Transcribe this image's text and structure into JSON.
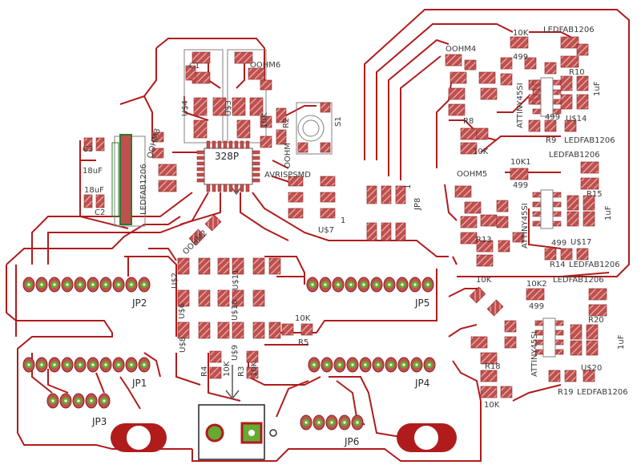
{
  "board": {
    "colors": {
      "background": "#ffffff",
      "trace": "#b01c1c",
      "pad": "#c0504d",
      "hatch": "#e8b4b4",
      "silk": "#808080",
      "dark_text": "#2a2a2a",
      "via_pad": "#66aa33",
      "crystal": "#2f7a2f"
    },
    "labels": {
      "c3": "C3",
      "c3_value": "18uF",
      "c2": "C2",
      "c2_value": "18uF",
      "oohm3": "OOHM3",
      "ledfab_crystal": "LEDFAB1206",
      "ic_mcu": "328P",
      "u4": "U$4",
      "u3": "U$3",
      "c1": "C1",
      "oohm6": "OOHM6",
      "r2": "R2",
      "r2_value": "10K",
      "s1": "S1",
      "avrisp": "AVRISPSMD",
      "u7": "U$7",
      "jp8": "JP8",
      "oohm2": "OOHM2",
      "u2": "U$2",
      "u11": "U$11",
      "u6": "U$6",
      "u10": "U$10",
      "u8": "U$8",
      "u9": "U$9",
      "r5": "R5",
      "r5_value": "10K",
      "r4": "R4",
      "r4_value": "10K",
      "r3": "R3",
      "r3_value": "10K",
      "jp2": "JP2",
      "jp5": "JP5",
      "jp1": "JP1",
      "jp4": "JP4",
      "jp3": "JP3",
      "jp6": "JP6",
      "oohm4": "OOHM4",
      "k10_1": "10K",
      "ledfab_1": "LEDFAB1206",
      "v499_1": "499",
      "r10": "R10",
      "attiny_1": "ATTINY45SI",
      "r8": "R8",
      "r8_value": "10K",
      "r9": "R9",
      "v499_2": "499",
      "u14": "U$14",
      "ledfab_2": "LEDFAB1206",
      "uf_1": "1uF",
      "oohm5": "OOHM5",
      "k10_2": "10K1",
      "ledfab_3": "LEDFAB1206",
      "v499_3": "499",
      "r15": "R15",
      "attiny_2": "ATTINY45SI",
      "r13": "R13",
      "r13_value": "10K",
      "r14": "R14",
      "v499_4": "499",
      "u17": "U$17",
      "ledfab_4": "LEDFAB1206",
      "uf_2": "1uF",
      "k10_3": "10K2",
      "ledfab_5": "LEDFAB1206",
      "v499_5": "499",
      "r20": "R20",
      "attiny_3": "ATTINY45SI",
      "r18": "R18",
      "r18_value": "10K",
      "r19": "R19",
      "u20": "U$20",
      "ledfab_6": "LEDFAB1206",
      "uf_3": "1uF",
      "oohm_small": "OOHM",
      "pin_1": "1"
    }
  }
}
